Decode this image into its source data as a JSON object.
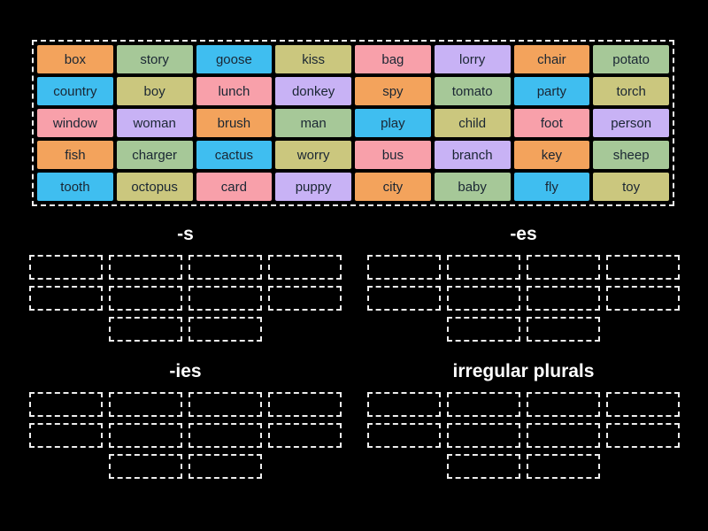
{
  "colors": {
    "background": "#000000",
    "tile_text": "#1a2633",
    "header_text": "#ffffff",
    "slot_border": "#ededed",
    "board_border": "#f2f2f2"
  },
  "board": {
    "columns": 8,
    "rows": 5,
    "palette": {
      "orange": "#F3A35C",
      "green": "#A6C898",
      "blue": "#3FBEF0",
      "khaki": "#CBC77E",
      "pink": "#F8A0AA",
      "purple": "#C8B2F5"
    },
    "tiles": [
      {
        "label": "box",
        "color": "orange"
      },
      {
        "label": "story",
        "color": "green"
      },
      {
        "label": "goose",
        "color": "blue"
      },
      {
        "label": "kiss",
        "color": "khaki"
      },
      {
        "label": "bag",
        "color": "pink"
      },
      {
        "label": "lorry",
        "color": "purple"
      },
      {
        "label": "chair",
        "color": "orange"
      },
      {
        "label": "potato",
        "color": "green"
      },
      {
        "label": "country",
        "color": "blue"
      },
      {
        "label": "boy",
        "color": "khaki"
      },
      {
        "label": "lunch",
        "color": "pink"
      },
      {
        "label": "donkey",
        "color": "purple"
      },
      {
        "label": "spy",
        "color": "orange"
      },
      {
        "label": "tomato",
        "color": "green"
      },
      {
        "label": "party",
        "color": "blue"
      },
      {
        "label": "torch",
        "color": "khaki"
      },
      {
        "label": "window",
        "color": "pink"
      },
      {
        "label": "woman",
        "color": "purple"
      },
      {
        "label": "brush",
        "color": "orange"
      },
      {
        "label": "man",
        "color": "green"
      },
      {
        "label": "play",
        "color": "blue"
      },
      {
        "label": "child",
        "color": "khaki"
      },
      {
        "label": "foot",
        "color": "pink"
      },
      {
        "label": "person",
        "color": "purple"
      },
      {
        "label": "fish",
        "color": "orange"
      },
      {
        "label": "charger",
        "color": "green"
      },
      {
        "label": "cactus",
        "color": "blue"
      },
      {
        "label": "worry",
        "color": "khaki"
      },
      {
        "label": "bus",
        "color": "pink"
      },
      {
        "label": "branch",
        "color": "purple"
      },
      {
        "label": "key",
        "color": "orange"
      },
      {
        "label": "sheep",
        "color": "green"
      },
      {
        "label": "tooth",
        "color": "blue"
      },
      {
        "label": "octopus",
        "color": "khaki"
      },
      {
        "label": "card",
        "color": "pink"
      },
      {
        "label": "puppy",
        "color": "purple"
      },
      {
        "label": "city",
        "color": "orange"
      },
      {
        "label": "baby",
        "color": "green"
      },
      {
        "label": "fly",
        "color": "blue"
      },
      {
        "label": "toy",
        "color": "khaki"
      }
    ]
  },
  "groups": [
    {
      "label": "-s",
      "slot_rows": [
        4,
        4,
        2
      ]
    },
    {
      "label": "-es",
      "slot_rows": [
        4,
        4,
        2
      ]
    },
    {
      "label": "-ies",
      "slot_rows": [
        4,
        4,
        2
      ]
    },
    {
      "label": "irregular plurals",
      "slot_rows": [
        4,
        4,
        2
      ]
    }
  ]
}
